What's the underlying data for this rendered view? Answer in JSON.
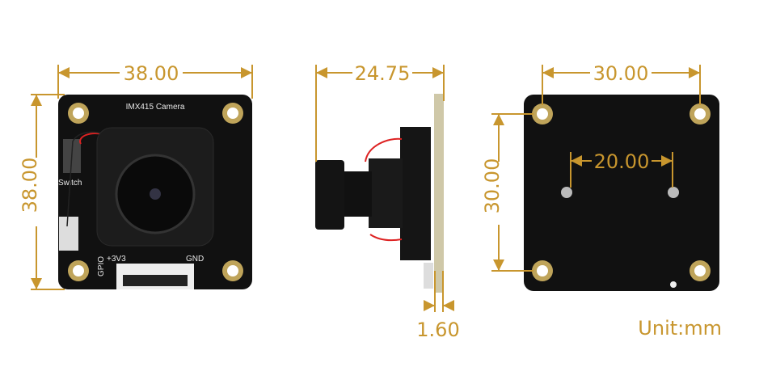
{
  "colors": {
    "dimension": "#C8962E",
    "pcb": "#111111",
    "pad": "#BFA45A"
  },
  "front_view": {
    "silkscreen_title": "IMX415  Camera",
    "silk_switch": "Switch",
    "silk_3v3": "+3V3",
    "silk_gnd": "GND",
    "silk_gpio": "GPIO",
    "width_label": "38.00",
    "height_label": "38.00"
  },
  "side_view": {
    "depth_label": "24.75",
    "pcb_thickness_label": "1.60"
  },
  "back_view": {
    "hole_spacing_x_label": "30.00",
    "hole_spacing_y_label": "30.00",
    "screw_spacing_label": "20.00"
  },
  "unit_label": "Unit:mm"
}
